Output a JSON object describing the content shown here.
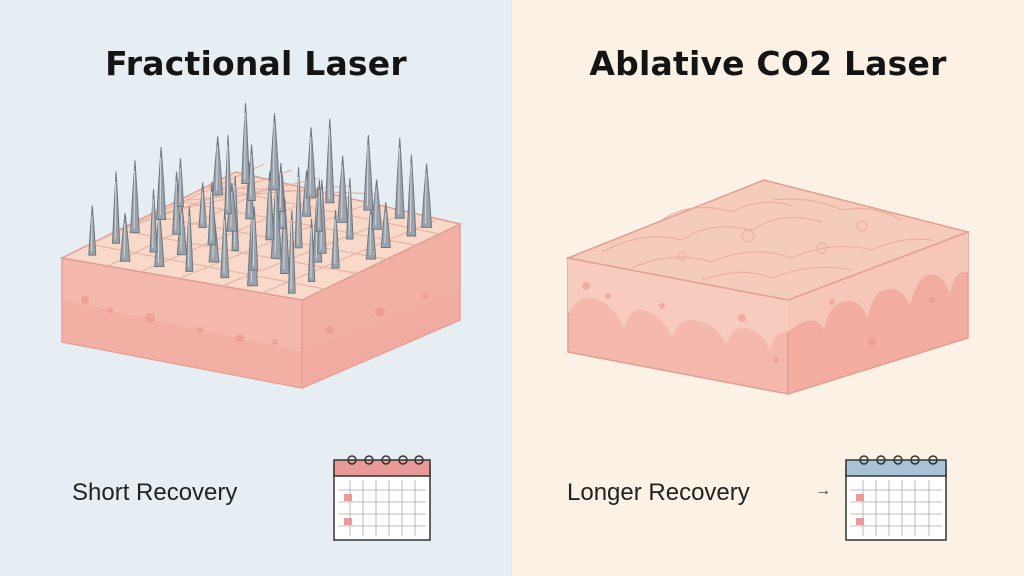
{
  "left": {
    "title": "Fractional Laser",
    "caption": "Short Recovery",
    "calendar_accent": "#e79a97",
    "icon": "calendar-icon"
  },
  "right": {
    "title": "Ablative CO2 Laser",
    "caption": "Longer Recovery",
    "arrow": "→",
    "calendar_accent": "#a8c3d6",
    "icon": "calendar-icon"
  },
  "colors": {
    "left_background": "#e6eef3",
    "right_background": "#fbf1e4",
    "skin_top": "#f7d6c6",
    "skin_side": "#f3b4a8",
    "needle": "#9aa2ab"
  }
}
